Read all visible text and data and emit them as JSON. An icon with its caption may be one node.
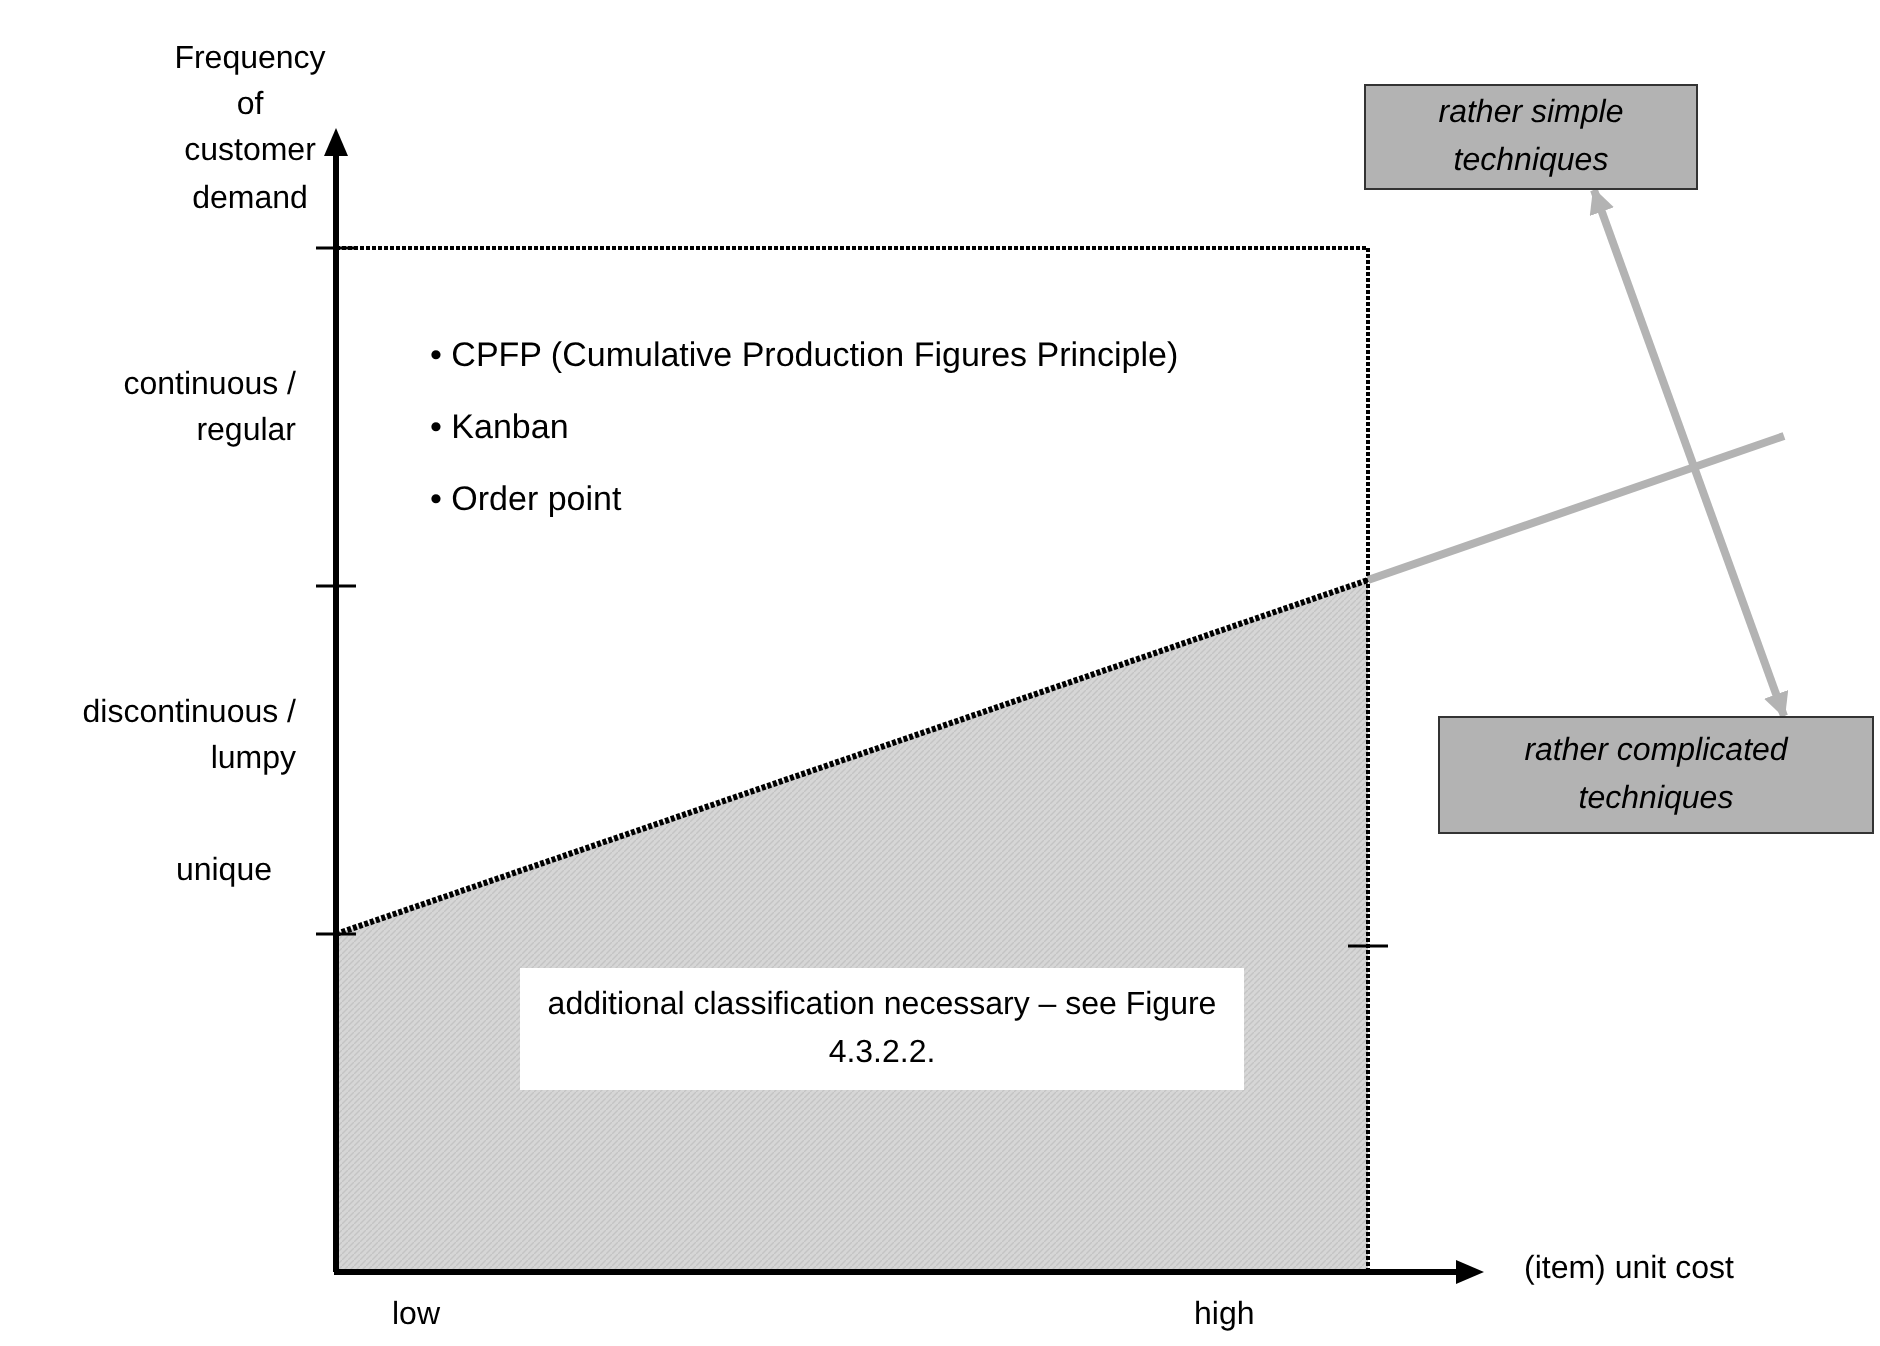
{
  "diagram": {
    "nodes": [
      {
        "text": [
          "rather simple techniques"
        ]
      },
      {
        "text": [
          "rather complicated techniques"
        ]
      },
      {
        "text": [
          "additional classification necessary – see Figure 4.3.2.2."
        ]
      }
    ],
    "edges": [
      {
        "from": 0,
        "to": 1,
        "arrow": "both"
      }
    ],
    "labels": [
      "Frequency of customer demand",
      "continuous / regular",
      "• CPFP (Cumulative Production Figures Principle)",
      "• Kanban",
      "• Order point",
      "discontinuous / lumpy",
      "unique",
      "(item) unit cost",
      "low",
      "high"
    ]
  }
}
